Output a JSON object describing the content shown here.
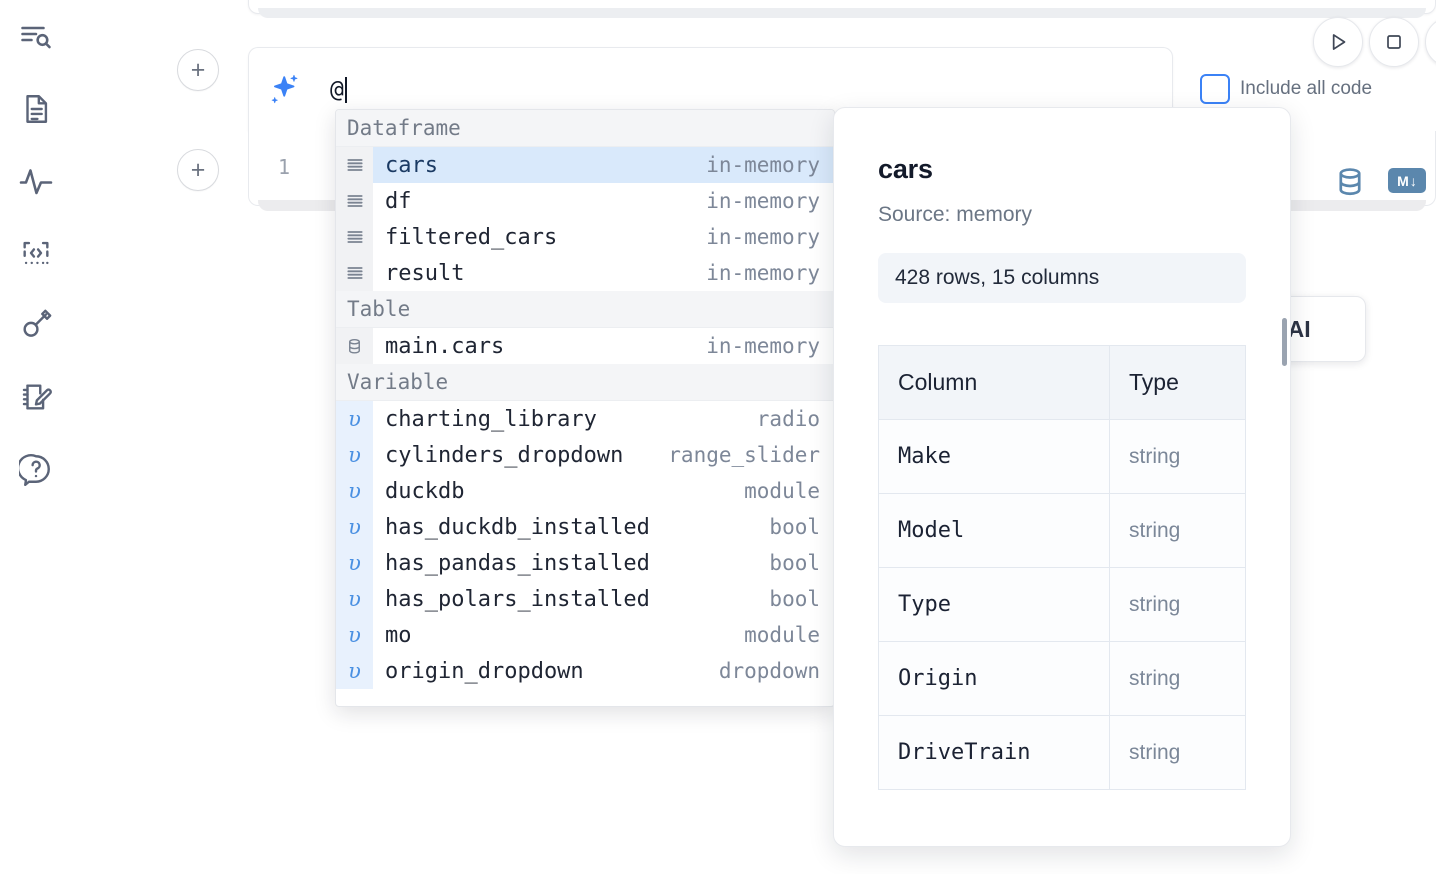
{
  "sidebar": {
    "items": [
      {
        "name": "explore-icon",
        "label": "Explore"
      },
      {
        "name": "document-icon",
        "label": "Notebook"
      },
      {
        "name": "activity-icon",
        "label": "Activity"
      },
      {
        "name": "snippets-icon",
        "label": "Snippets"
      },
      {
        "name": "secrets-key-icon",
        "label": "Secrets"
      },
      {
        "name": "scratchpad-edit-icon",
        "label": "Scratchpad"
      },
      {
        "name": "help-question-icon",
        "label": "Help"
      }
    ]
  },
  "toolbar": {
    "run_label": "Run",
    "stop_label": "Stop",
    "more_label": "More",
    "include_all_code_label": "Include all code",
    "include_all_code_checked": false
  },
  "ai_prompt": {
    "value": "@",
    "icon": "sparkle-icon",
    "accent": "#3b82f6"
  },
  "code_cell": {
    "line_number": "1",
    "sql_icon_label": "SQL",
    "markdown_icon_label": "M",
    "markdown_arrow": "↓",
    "icon_color": "#5b87ad"
  },
  "ai_chip": {
    "label": "h AI"
  },
  "autocomplete": {
    "selected_index": 0,
    "selection_color": "#d9e9fb",
    "groups": [
      {
        "label": "Dataframe",
        "gutter_icon": "dataframe-lines-icon",
        "gutter_kind": "df",
        "items": [
          {
            "name": "cars",
            "type": "in-memory",
            "selected": true
          },
          {
            "name": "df",
            "type": "in-memory",
            "selected": false
          },
          {
            "name": "filtered_cars",
            "type": "in-memory",
            "selected": false
          },
          {
            "name": "result",
            "type": "in-memory",
            "selected": false
          }
        ]
      },
      {
        "label": "Table",
        "gutter_icon": "database-icon",
        "gutter_kind": "df",
        "items": [
          {
            "name": "main.cars",
            "type": "in-memory",
            "selected": false
          }
        ]
      },
      {
        "label": "Variable",
        "gutter_icon": "variable-upsilon-icon",
        "gutter_kind": "var",
        "items": [
          {
            "name": "charting_library",
            "type": "radio",
            "selected": false
          },
          {
            "name": "cylinders_dropdown",
            "type": "range_slider",
            "selected": false
          },
          {
            "name": "duckdb",
            "type": "module",
            "selected": false
          },
          {
            "name": "has_duckdb_installed",
            "type": "bool",
            "selected": false
          },
          {
            "name": "has_pandas_installed",
            "type": "bool",
            "selected": false
          },
          {
            "name": "has_polars_installed",
            "type": "bool",
            "selected": false
          },
          {
            "name": "mo",
            "type": "module",
            "selected": false
          },
          {
            "name": "origin_dropdown",
            "type": "dropdown",
            "selected": false
          }
        ]
      }
    ]
  },
  "doc_panel": {
    "title": "cars",
    "source": "Source: memory",
    "shape": "428 rows, 15 columns",
    "table": {
      "headers": [
        "Column",
        "Type"
      ],
      "rows": [
        [
          "Make",
          "string"
        ],
        [
          "Model",
          "string"
        ],
        [
          "Type",
          "string"
        ],
        [
          "Origin",
          "string"
        ],
        [
          "DriveTrain",
          "string"
        ]
      ]
    }
  }
}
